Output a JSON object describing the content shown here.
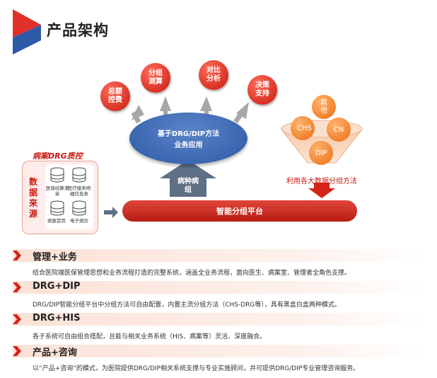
{
  "header": {
    "title": "产品架构"
  },
  "diagram": {
    "outputs": [
      {
        "label": "总额控费"
      },
      {
        "label": "分组测算"
      },
      {
        "label": "对比分析"
      },
      {
        "label": "决策支持"
      }
    ],
    "method_ellipse": {
      "line1": "基于DRG/DIP方法",
      "line2": "业务应用"
    },
    "up_arrow_label": "病种病组",
    "platform_label": "智能分组平台",
    "quality_control_title": "病案DRG质控",
    "data_source_label": "数据来源",
    "data_sources": [
      {
        "label": "医保结算清单"
      },
      {
        "label": "医疗服务明细信息表"
      },
      {
        "label": "病案首页"
      },
      {
        "label": "电子病历"
      }
    ],
    "funnel_methods": [
      {
        "label": "其他"
      },
      {
        "label": "CHS"
      },
      {
        "label": "CN"
      },
      {
        "label": "DIP"
      }
    ],
    "funnel_label": "利用各大数据分组方法"
  },
  "sections": [
    {
      "title": "管理+业务",
      "desc": "结合医院端医保管理思想和业务流程打造的完整系统，涵盖全业务流程，面向医生、病案室、管理者全角色支撑。"
    },
    {
      "title": "DRG+DIP",
      "desc": "DRG/DIP智能分组平台中分组方法可自由配置，内置主流分组方法（CHS-DRG等），具有黑盒白盒两种模式。"
    },
    {
      "title": "DRG+HIS",
      "desc": "各子系统可自由组合搭配，且能与相关业务系统（HIS、病案等）灵活、深度融合。"
    },
    {
      "title": "产品+咨询",
      "desc": "以“产品+咨询”的模式，为医院提供DRG/DIP相关系统支撑与专业实施顾问，并可提供DRG/DIP专业管理咨询服务。"
    }
  ],
  "colors": {
    "brand_red": "#c8190f",
    "brand_blue": "#2d5aa6",
    "orange": "#ea6d14"
  }
}
